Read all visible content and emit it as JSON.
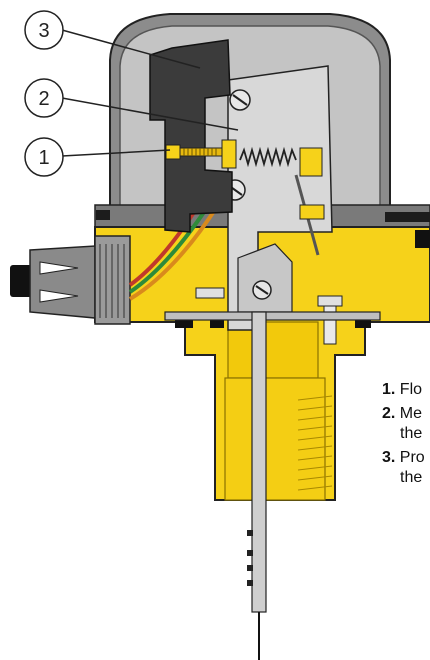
{
  "callouts": [
    {
      "number": "3"
    },
    {
      "number": "2"
    },
    {
      "number": "1"
    }
  ],
  "legend": [
    {
      "number": "1.",
      "lines": [
        "Flo"
      ]
    },
    {
      "number": "2.",
      "lines": [
        "Me",
        "the"
      ]
    },
    {
      "number": "3.",
      "lines": [
        "Pro",
        "the"
      ]
    }
  ],
  "colors": {
    "housing": "#7f7f7f",
    "housing_inner": "#bdbdbd",
    "brass": "#f6d21a",
    "brass_dark": "#c9a400",
    "metal": "#d6d6d6",
    "dark_part": "#3a3a3a"
  }
}
